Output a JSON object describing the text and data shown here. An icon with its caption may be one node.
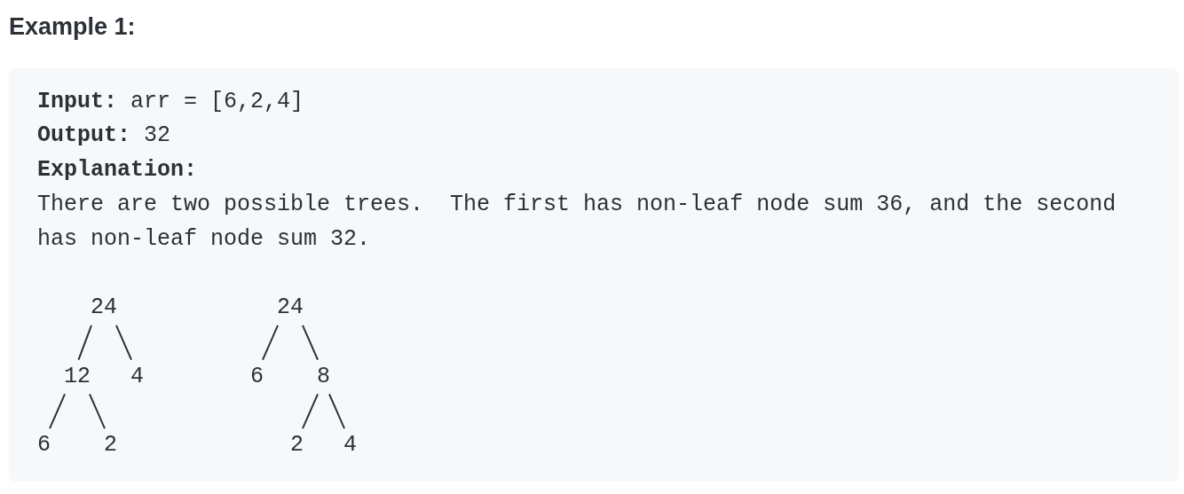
{
  "diagram": {
    "title": "Example 1:",
    "nodes": [
      {
        "text": [
          "**Input:** arr = [6,2,4]",
          "**Output:** 32",
          "Explanation:",
          "There are two possible trees.  The first has non-leaf node sum 36, and the second has non-leaf node sum 32."
        ]
      },
      {
        "text": [
          "24"
        ],
        "in": 0
      },
      {
        "text": [
          "24"
        ],
        "in": 0
      },
      {
        "text": [
          "12"
        ],
        "in": 0
      },
      {
        "text": [
          "4"
        ],
        "in": 0
      },
      {
        "text": [
          "6"
        ],
        "in": 0
      },
      {
        "text": [
          "8"
        ],
        "in": 0
      },
      {
        "text": [
          "6"
        ],
        "in": 0
      },
      {
        "text": [
          "2"
        ],
        "in": 0
      },
      {
        "text": [
          "2"
        ],
        "in": 0
      },
      {
        "text": [
          "4"
        ],
        "in": 0
      }
    ],
    "edges": [
      {
        "from": 1,
        "to": 3,
        "arrow": "none"
      },
      {
        "from": 1,
        "to": 4,
        "arrow": "none"
      },
      {
        "from": 3,
        "to": 7,
        "arrow": "none"
      },
      {
        "from": 3,
        "to": 8,
        "arrow": "none"
      },
      {
        "from": 2,
        "to": 5,
        "arrow": "none"
      },
      {
        "from": 2,
        "to": 6,
        "arrow": "none"
      },
      {
        "from": 6,
        "to": 9,
        "arrow": "none"
      },
      {
        "from": 6,
        "to": 10,
        "arrow": "none"
      }
    ]
  }
}
